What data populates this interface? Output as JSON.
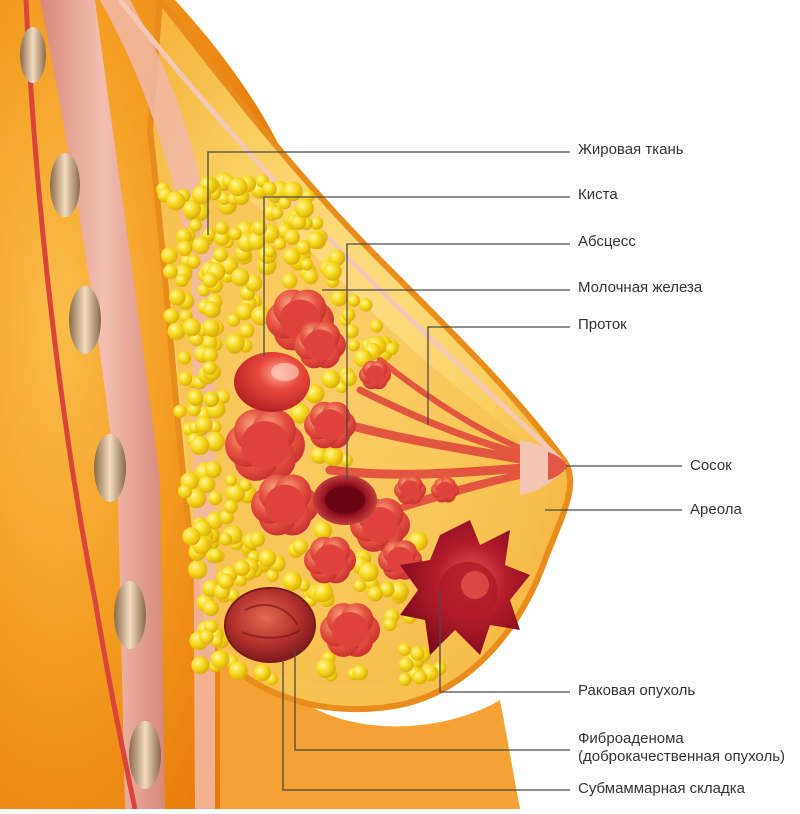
{
  "labels": {
    "fat": "Жировая ткань",
    "cyst": "Киста",
    "abscess": "Абсцесс",
    "gland": "Молочная железа",
    "duct": "Проток",
    "nipple": "Сосок",
    "areola": "Ареола",
    "cancer": "Раковая опухоль",
    "fibroadenoma_line1": "Фиброаденома",
    "fibroadenoma_line2": "(доброкачественная опухоль)",
    "fold": "Субмаммарная складка"
  },
  "colors": {
    "background_orange": "#e87a0a",
    "breast_fill": "#f6a83a",
    "tissue_bright": "#fbd978",
    "fat_yellow": "#f6d21c",
    "gland_red": "#e0433b",
    "cancer_dark": "#9a0f24",
    "muscle_pink": "#e9a9a0",
    "leader_line": "#4a4a4a"
  }
}
